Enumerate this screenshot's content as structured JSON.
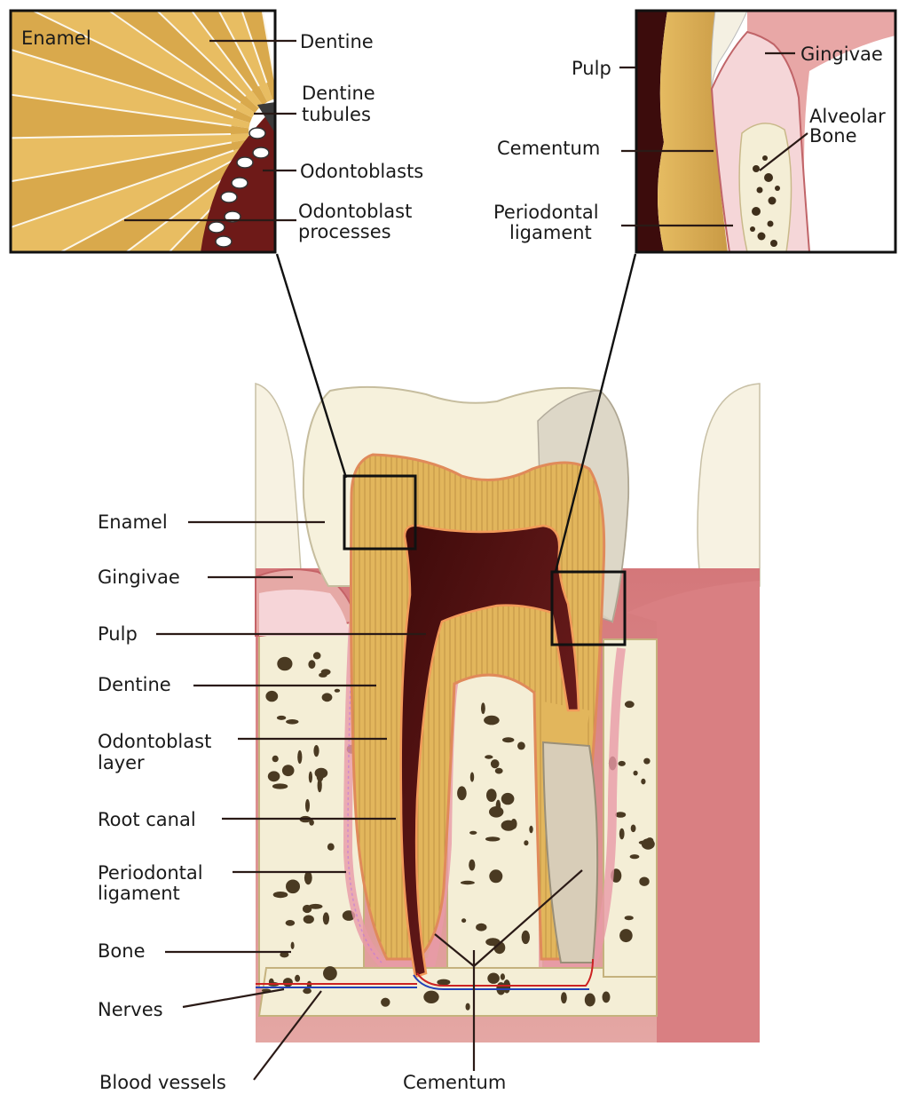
{
  "inset_left": {
    "labels": {
      "enamel": "Enamel",
      "dentine": "Dentine",
      "dentine_tubules_1": "Dentine",
      "dentine_tubules_2": "tubules",
      "odontoblasts": "Odontoblasts",
      "odontoblast_processes_1": "Odontoblast",
      "odontoblast_processes_2": "processes"
    }
  },
  "inset_right": {
    "labels": {
      "pulp": "Pulp",
      "gingivae": "Gingivae",
      "cementum": "Cementum",
      "alveolar_bone_1": "Alveolar",
      "alveolar_bone_2": "Bone",
      "periodontal_ligament_1": "Periodontal",
      "periodontal_ligament_2": "ligament"
    }
  },
  "main": {
    "labels": {
      "enamel": "Enamel",
      "gingivae": "Gingivae",
      "pulp": "Pulp",
      "dentine": "Dentine",
      "odontoblast_layer_1": "Odontoblast",
      "odontoblast_layer_2": "layer",
      "root_canal": "Root canal",
      "periodontal_ligament_1": "Periodontal",
      "periodontal_ligament_2": "ligament",
      "bone": "Bone",
      "nerves": "Nerves",
      "blood_vessels": "Blood vessels",
      "cementum": "Cementum"
    }
  },
  "colors": {
    "enamel": "#f6f1dc",
    "dentine": "#e0b45a",
    "pulp": "#5b1414",
    "gum": "#d98a8a",
    "bone": "#f4eed6",
    "bone_pores": "#4a3a22",
    "ligament": "#f3c9cf"
  }
}
